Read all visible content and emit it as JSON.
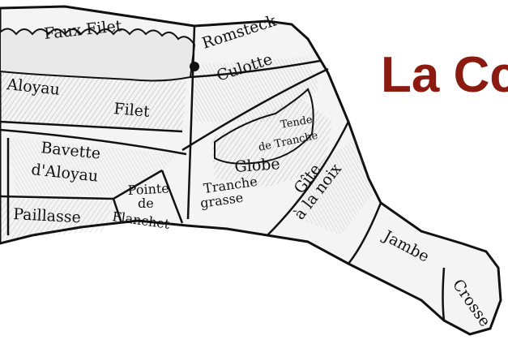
{
  "heading": "La Cc",
  "colors": {
    "heading": "#8b1a10",
    "ink": "#111111",
    "paper": "#ffffff"
  },
  "cuts": {
    "faux_filet": "Faux Filet",
    "romsteck": "Romsteck",
    "culotte": "Culotte",
    "aloyau": "Aloyau",
    "filet": "Filet",
    "bavette_line1": "Bavette",
    "bavette_line2": "d'Aloyau",
    "paillasse": "Paillasse",
    "pointe_line1": "Pointe",
    "pointe_line2": "de",
    "pointe_line3": "Flanchet",
    "tende_line1": "Tende",
    "tende_line2": "de Tranche",
    "globe": "Globe",
    "tranche_line1": "Tranche",
    "tranche_line2": "grasse",
    "gite_line1": "Gîte",
    "gite_line2": "à la noix",
    "jambe": "Jambe",
    "crosse": "Crosse"
  }
}
